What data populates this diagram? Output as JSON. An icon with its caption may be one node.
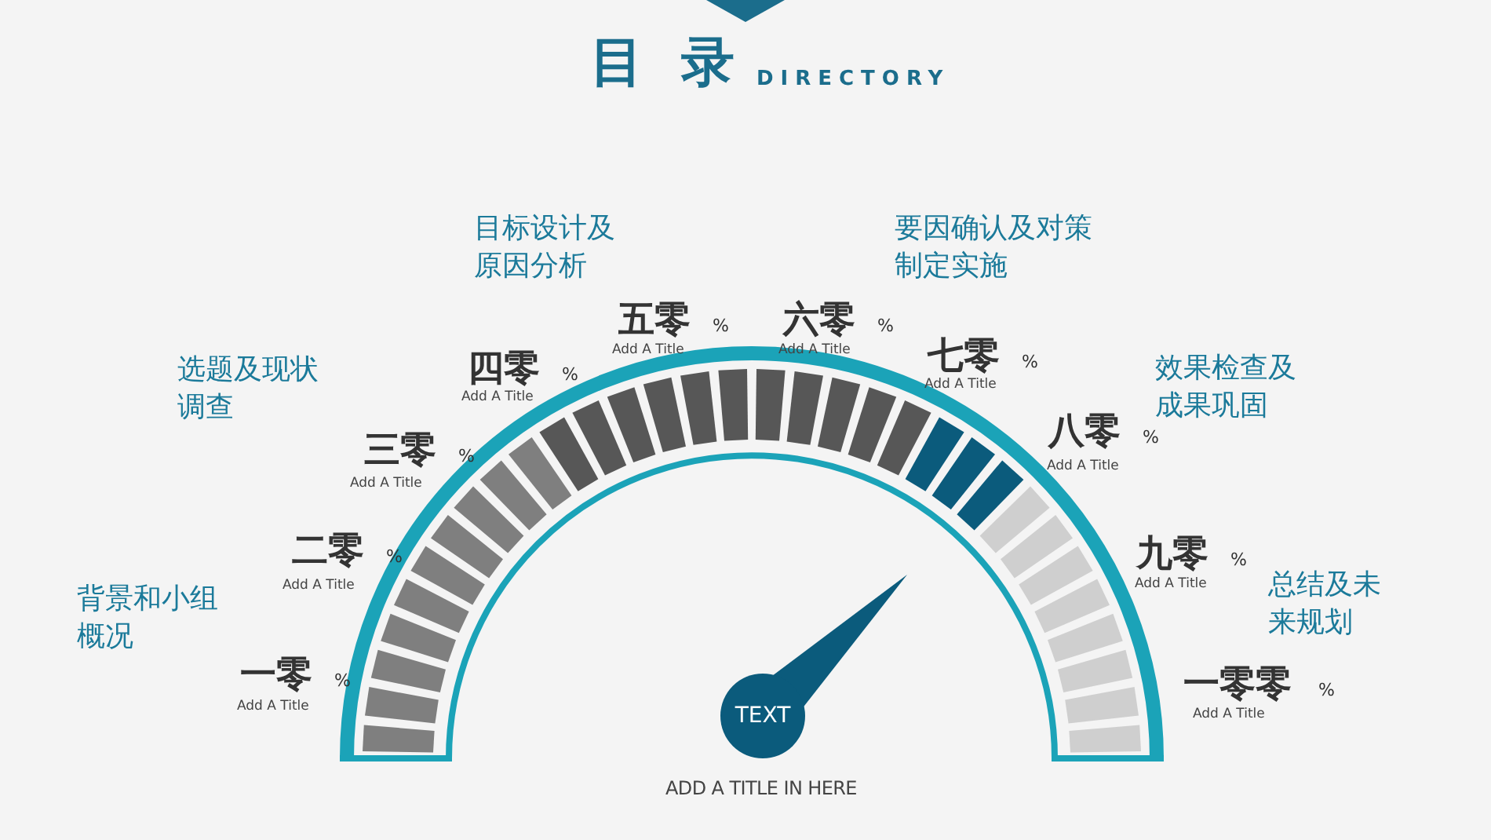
{
  "diagram": {
    "title": "目 录",
    "nodes": [
      {
        "text": [
          "TEXT"
        ]
      }
    ],
    "labels": [
      "DIRECTORY",
      "背景和小组概况",
      "选题及现状调查",
      "目标设计及原因分析",
      "要因确认及对策制定实施",
      "效果检查及成果巩固",
      "总结及未来规划",
      "一零",
      "%",
      "Add A Title",
      "二零",
      "%",
      "Add A Title",
      "三零",
      "%",
      "Add A Title",
      "四零",
      "%",
      "Add A Title",
      "五零",
      "%",
      "Add A Title",
      "六零",
      "%",
      "Add A Title",
      "七零",
      "%",
      "Add A Title",
      "八零",
      "%",
      "Add A Title",
      "九零",
      "%",
      "Add A Title",
      "一零零",
      "%",
      "Add A Title",
      "ADD A TITLE IN HERE"
    ]
  }
}
